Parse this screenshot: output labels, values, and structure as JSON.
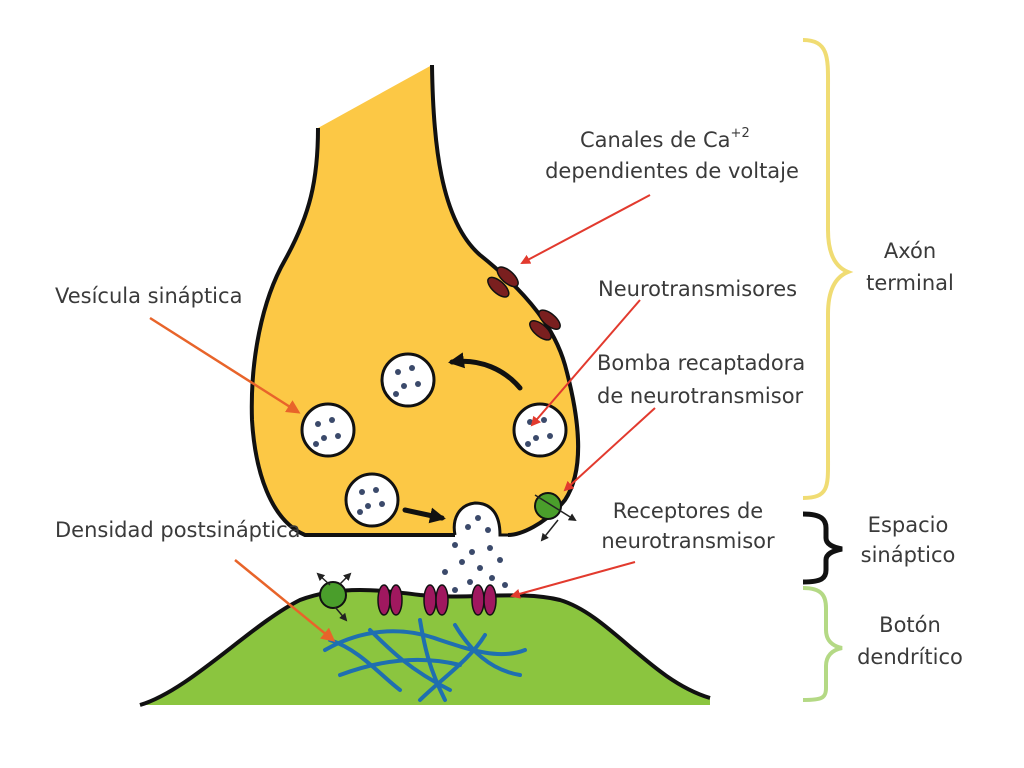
{
  "labels": {
    "calcium_channels_line1": "Canales de Ca",
    "calcium_superscript": "+2",
    "calcium_channels_line2": "dependientes de voltaje",
    "synaptic_vesicle": "Vesícula sináptica",
    "neurotransmitters": "Neurotransmisores",
    "reuptake_pump_line1": "Bomba recaptadora",
    "reuptake_pump_line2": "de neurotransmisor",
    "receptors_line1": "Receptores de",
    "receptors_line2": "neurotransmisor",
    "postsynaptic_density": "Densidad postsináptica",
    "axon_terminal_line1": "Axón",
    "axon_terminal_line2": "terminal",
    "synaptic_space_line1": "Espacio",
    "synaptic_space_line2": "sináptico",
    "dendritic_button_line1": "Botón",
    "dendritic_button_line2": "dendrítico"
  },
  "colors": {
    "axon_fill": "#fcc845",
    "dendrite_fill": "#8bc53f",
    "calcium_channel": "#7a1f1f",
    "receptor": "#a0185f",
    "pump": "#4a9e2b",
    "arrow_red": "#e23a2e",
    "arrow_orange": "#e8642a",
    "filament": "#1f6fb0",
    "brace_yellow": "#f0dc73",
    "brace_black": "#111111",
    "brace_green": "#b4d985"
  }
}
